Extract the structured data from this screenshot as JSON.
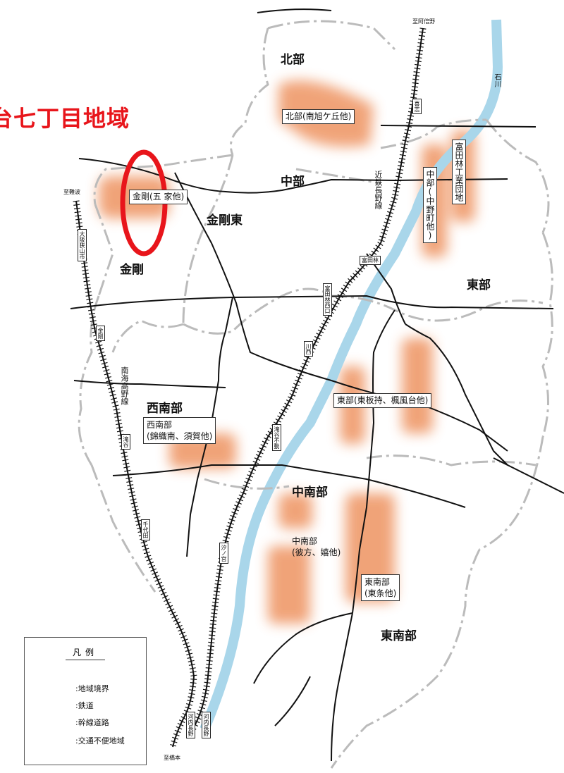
{
  "headline": "台七丁目地域",
  "regions": {
    "hokubu": "北部",
    "chubu": "中部",
    "kongo_higashi": "金剛東",
    "kongo": "金剛",
    "tobu": "東部",
    "seinanbu": "西南部",
    "chunanbu": "中南部",
    "tonanbu": "東南部"
  },
  "areas": {
    "hokubu": "北部(南旭ケ丘他)",
    "kongo": "金剛(五  家他)",
    "chubu": "中部(中野町他)",
    "tomita_industrial": "富田林工業団地",
    "tobu": "東部(東板持、楓風台他)",
    "seinanbu_1": "西南部",
    "seinanbu_2": "(錦織南、須賀他)",
    "chunanbu_1": "中南部",
    "chunanbu_2": "(彼方、嬉他)",
    "tonanbu_1": "東南部",
    "tonanbu_2": "(東条他)"
  },
  "destinations": {
    "namba": "至難波",
    "abeno": "至阿倍野",
    "hashimoto": "至橋本"
  },
  "rail_lines": {
    "kintetsu_nagano": "近鉄長野線",
    "nankai_koya": "南海高野線"
  },
  "stations": {
    "kishi": "喜志",
    "tondabayashi": "富田林",
    "tondabayashi_nishiguchi": "富田林西口",
    "kawanishi": "川西",
    "takiya_fudo": "滝谷不動",
    "shionomiya": "汐ノ宮",
    "kawachinagano_kintetsu": "河内長野",
    "osakasayama": "大阪狭山市",
    "kongo": "金剛",
    "takiya": "滝谷",
    "chiyoda": "千代田",
    "kawachinagano_nankai": "河内長野"
  },
  "river": "石川",
  "legend": {
    "title": "凡例",
    "boundary": ":地域境界",
    "railway": ":鉄道",
    "arterial_road": ":幹線道路",
    "inconvenient_area": ":交通不便地域"
  },
  "colors": {
    "river": "#a9d6ea",
    "area_fill": "#ef9a6a",
    "boundary": "#bbbbbb",
    "highlight": "#e8151b"
  }
}
